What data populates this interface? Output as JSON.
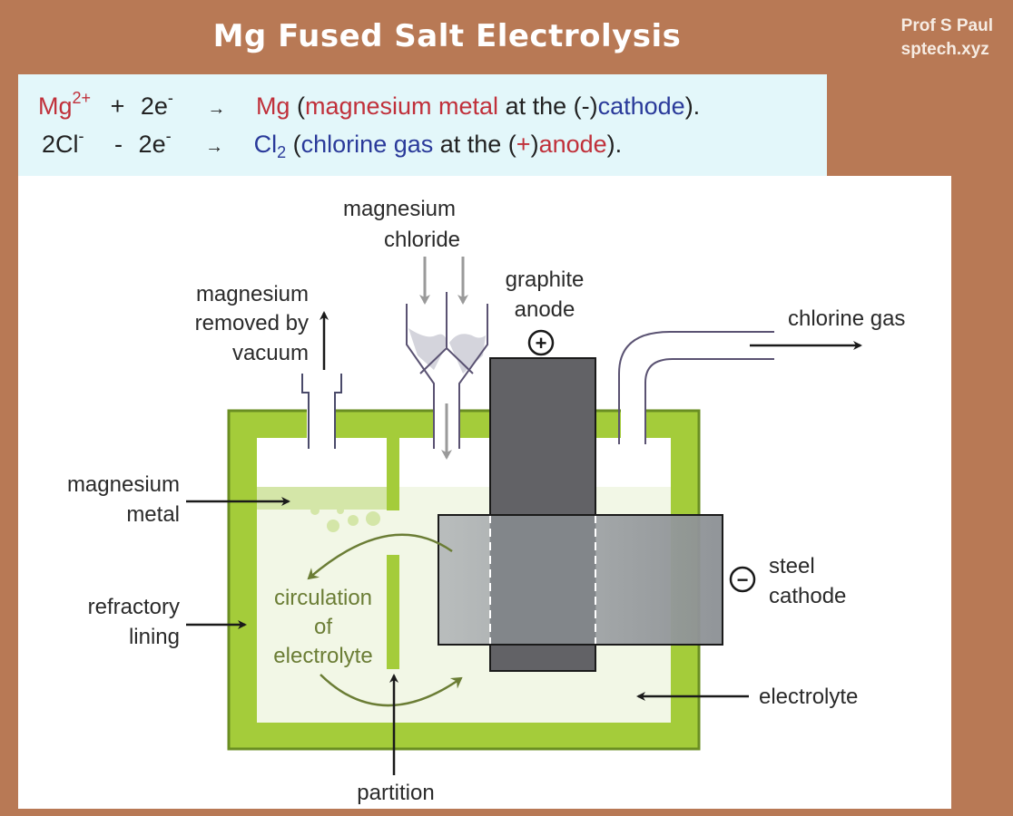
{
  "header": {
    "title": "Mg Fused Salt Electrolysis",
    "author": "Prof S Paul",
    "website": "sptech.xyz"
  },
  "equations": [
    {
      "reactant": "Mg",
      "reactant_charge": "2+",
      "operator": "+",
      "electrons": "2e",
      "electron_charge": "-",
      "arrow": "→",
      "product": "Mg",
      "paren_open": "(",
      "product_desc": "magnesium metal",
      "location_text": " at the (-)",
      "electrode": "cathode",
      "paren_close": ")."
    },
    {
      "reactant": "2Cl",
      "reactant_charge": "-",
      "operator": "-",
      "electrons": "2e",
      "electron_charge": "-",
      "arrow": "→",
      "product": "Cl",
      "product_subscript": "2",
      "paren_open": "(",
      "product_desc": "chlorine gas",
      "location_text": " at the (",
      "sign": "+",
      "sign_close": ")",
      "electrode": "anode",
      "paren_close": ")."
    }
  ],
  "labels": {
    "mgcl_feed_line1": "magnesium",
    "mgcl_feed_line2": "chloride",
    "mg_removed_line1": "magnesium",
    "mg_removed_line2": "removed by",
    "mg_removed_line3": "vacuum",
    "anode_line1": "graphite",
    "anode_line2": "anode",
    "anode_symbol": "+",
    "chlorine_gas": "chlorine gas",
    "mg_metal_line1": "magnesium",
    "mg_metal_line2": "metal",
    "refractory_line1": "refractory",
    "refractory_line2": "lining",
    "circulation_line1": "circulation",
    "circulation_line2": "of",
    "circulation_line3": "electrolyte",
    "cathode_line1": "steel",
    "cathode_line2": "cathode",
    "cathode_symbol": "−",
    "electrolyte": "electrolyte",
    "partition": "partition"
  },
  "colors": {
    "background": "#b87955",
    "equation_panel": "#e3f7fa",
    "lining_green": "#a4cc3a",
    "lining_dark_green": "#6a8e22",
    "electrolyte_fill": "#f2f7e6",
    "mg_layer": "#d4e6a8",
    "anode_gray": "#626266",
    "cathode_gray": "#9a9ea2",
    "circulation_text": "#6b7d35",
    "red_text": "#c0303a",
    "blue_text": "#2a3a9a"
  }
}
